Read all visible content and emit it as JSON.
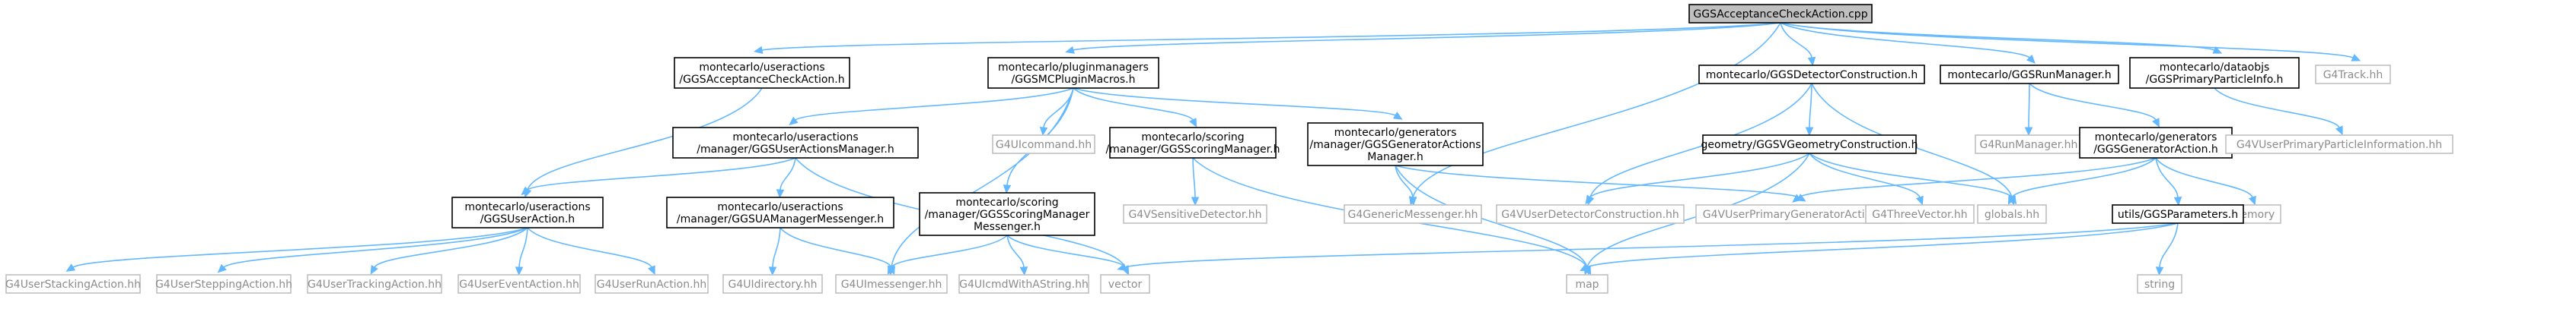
{
  "graph": {
    "nodes": [
      {
        "id": "acc_cpp",
        "lines": [
          "GGSAcceptanceCheckAction.cpp"
        ],
        "kind": "root"
      },
      {
        "id": "acc_h",
        "lines": [
          "montecarlo/useractions",
          "/GGSAcceptanceCheckAction.h"
        ],
        "kind": "internal"
      },
      {
        "id": "plugin_h",
        "lines": [
          "montecarlo/pluginmanagers",
          "/GGSMCPluginMacros.h"
        ],
        "kind": "internal"
      },
      {
        "id": "detcons_h",
        "lines": [
          "montecarlo/GGSDetectorConstruction.h"
        ],
        "kind": "internal"
      },
      {
        "id": "runmgr_h",
        "lines": [
          "montecarlo/GGSRunManager.h"
        ],
        "kind": "internal"
      },
      {
        "id": "primpart_h",
        "lines": [
          "montecarlo/dataobjs",
          "/GGSPrimaryParticleInfo.h"
        ],
        "kind": "internal"
      },
      {
        "id": "g4track",
        "lines": [
          "G4Track.hh"
        ],
        "kind": "external"
      },
      {
        "id": "uam_h",
        "lines": [
          "montecarlo/useractions",
          "/manager/GGSUserActionsManager.h"
        ],
        "kind": "internal"
      },
      {
        "id": "g4uicmd",
        "lines": [
          "G4UIcommand.hh"
        ],
        "kind": "external"
      },
      {
        "id": "scoring_h",
        "lines": [
          "montecarlo/scoring",
          "/manager/GGSScoringManager.h"
        ],
        "kind": "internal"
      },
      {
        "id": "genmgr_h",
        "lines": [
          "montecarlo/generators",
          "/manager/GGSGeneratorActions",
          "Manager.h"
        ],
        "kind": "internal"
      },
      {
        "id": "geomcons_h",
        "lines": [
          "geometry/GGSVGeometryConstruction.h"
        ],
        "kind": "internal"
      },
      {
        "id": "g4runmgr",
        "lines": [
          "G4RunManager.hh"
        ],
        "kind": "external"
      },
      {
        "id": "genaction_h",
        "lines": [
          "montecarlo/generators",
          "/GGSGeneratorAction.h"
        ],
        "kind": "internal"
      },
      {
        "id": "g4vprim_info",
        "lines": [
          "G4VUserPrimaryParticleInformation.hh"
        ],
        "kind": "external"
      },
      {
        "id": "useraction_h",
        "lines": [
          "montecarlo/useractions",
          "/GGSUserAction.h"
        ],
        "kind": "internal"
      },
      {
        "id": "uamm_h",
        "lines": [
          "montecarlo/useractions",
          "/manager/GGSUAManagerMessenger.h"
        ],
        "kind": "internal"
      },
      {
        "id": "scormsg_h",
        "lines": [
          "montecarlo/scoring",
          "/manager/GGSScoringManager",
          "Messenger.h"
        ],
        "kind": "internal"
      },
      {
        "id": "g4vsens",
        "lines": [
          "G4VSensitiveDetector.hh"
        ],
        "kind": "external"
      },
      {
        "id": "genmsg",
        "lines": [
          "G4GenericMessenger.hh"
        ],
        "kind": "external"
      },
      {
        "id": "g4vdetcons",
        "lines": [
          "G4VUserDetectorConstruction.hh"
        ],
        "kind": "external"
      },
      {
        "id": "g4vprimgen",
        "lines": [
          "G4VUserPrimaryGeneratorAction.hh"
        ],
        "kind": "external"
      },
      {
        "id": "g4threevec",
        "lines": [
          "G4ThreeVector.hh"
        ],
        "kind": "external"
      },
      {
        "id": "globals",
        "lines": [
          "globals.hh"
        ],
        "kind": "external"
      },
      {
        "id": "memory",
        "lines": [
          "memory"
        ],
        "kind": "external"
      },
      {
        "id": "utils_params",
        "lines": [
          "utils/GGSParameters.h"
        ],
        "kind": "internal"
      },
      {
        "id": "g4stacking",
        "lines": [
          "G4UserStackingAction.hh"
        ],
        "kind": "external"
      },
      {
        "id": "g4stepping",
        "lines": [
          "G4UserSteppingAction.hh"
        ],
        "kind": "external"
      },
      {
        "id": "g4tracking",
        "lines": [
          "G4UserTrackingAction.hh"
        ],
        "kind": "external"
      },
      {
        "id": "g4event",
        "lines": [
          "G4UserEventAction.hh"
        ],
        "kind": "external"
      },
      {
        "id": "g4runaction",
        "lines": [
          "G4UserRunAction.hh"
        ],
        "kind": "external"
      },
      {
        "id": "g4uidir",
        "lines": [
          "G4UIdirectory.hh"
        ],
        "kind": "external"
      },
      {
        "id": "g4uimsg",
        "lines": [
          "G4UImessenger.hh"
        ],
        "kind": "external"
      },
      {
        "id": "g4uicmdstr",
        "lines": [
          "G4UIcmdWithAString.hh"
        ],
        "kind": "external"
      },
      {
        "id": "vector",
        "lines": [
          "vector"
        ],
        "kind": "external"
      },
      {
        "id": "map",
        "lines": [
          "map"
        ],
        "kind": "external"
      },
      {
        "id": "string",
        "lines": [
          "string"
        ],
        "kind": "external"
      }
    ],
    "edges": [
      [
        "acc_cpp",
        "acc_h"
      ],
      [
        "acc_cpp",
        "plugin_h"
      ],
      [
        "acc_cpp",
        "genmsg"
      ],
      [
        "acc_cpp",
        "detcons_h"
      ],
      [
        "acc_cpp",
        "runmgr_h"
      ],
      [
        "acc_cpp",
        "primpart_h"
      ],
      [
        "acc_cpp",
        "g4track"
      ],
      [
        "acc_h",
        "useraction_h"
      ],
      [
        "plugin_h",
        "uam_h"
      ],
      [
        "plugin_h",
        "g4uicmd"
      ],
      [
        "plugin_h",
        "scoring_h"
      ],
      [
        "plugin_h",
        "genmgr_h"
      ],
      [
        "plugin_h",
        "g4uimsg"
      ],
      [
        "plugin_h",
        "scormsg_h"
      ],
      [
        "uam_h",
        "useraction_h"
      ],
      [
        "uam_h",
        "uamm_h"
      ],
      [
        "uam_h",
        "vector"
      ],
      [
        "useraction_h",
        "g4stacking"
      ],
      [
        "useraction_h",
        "g4stepping"
      ],
      [
        "useraction_h",
        "g4tracking"
      ],
      [
        "useraction_h",
        "g4event"
      ],
      [
        "useraction_h",
        "g4runaction"
      ],
      [
        "uamm_h",
        "g4uidir"
      ],
      [
        "uamm_h",
        "g4uimsg"
      ],
      [
        "scoring_h",
        "g4vsens"
      ],
      [
        "scoring_h",
        "map"
      ],
      [
        "scormsg_h",
        "g4uimsg"
      ],
      [
        "scormsg_h",
        "g4uicmdstr"
      ],
      [
        "scormsg_h",
        "vector"
      ],
      [
        "genmgr_h",
        "genmsg"
      ],
      [
        "genmgr_h",
        "g4vprimgen"
      ],
      [
        "genmgr_h",
        "map"
      ],
      [
        "detcons_h",
        "geomcons_h"
      ],
      [
        "detcons_h",
        "g4vdetcons"
      ],
      [
        "detcons_h",
        "globals"
      ],
      [
        "geomcons_h",
        "g4vdetcons"
      ],
      [
        "geomcons_h",
        "g4threevec"
      ],
      [
        "geomcons_h",
        "globals"
      ],
      [
        "geomcons_h",
        "map"
      ],
      [
        "runmgr_h",
        "g4runmgr"
      ],
      [
        "runmgr_h",
        "genaction_h"
      ],
      [
        "primpart_h",
        "g4vprim_info"
      ],
      [
        "genaction_h",
        "g4vprimgen"
      ],
      [
        "genaction_h",
        "globals"
      ],
      [
        "genaction_h",
        "memory"
      ],
      [
        "genaction_h",
        "utils_params"
      ],
      [
        "utils_params",
        "vector"
      ],
      [
        "utils_params",
        "map"
      ],
      [
        "utils_params",
        "string"
      ]
    ]
  }
}
